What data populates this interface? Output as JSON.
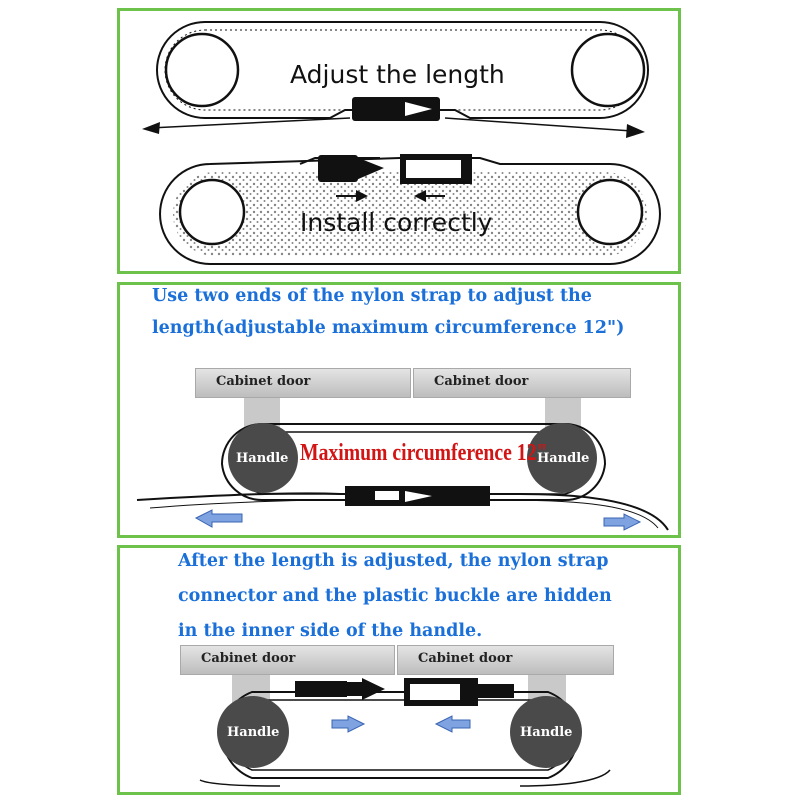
{
  "panel1": {
    "adjust_label": "Adjust the length",
    "install_label": "Install correctly"
  },
  "panel2": {
    "caption_line1": "Use two ends of the nylon strap to adjust the",
    "caption_line2": "length(adjustable maximum circumference 12\")",
    "door_left": "Cabinet door",
    "door_right": "Cabinet door",
    "handle_left": "Handle",
    "handle_right": "Handle",
    "max_circ": "Maximum circumference  12\""
  },
  "panel3": {
    "caption_line1": "After the length is adjusted, the nylon strap",
    "caption_line2": "connector and the plastic buckle are hidden",
    "caption_line3": "in the inner side of the handle.",
    "door_left": "Cabinet door",
    "door_right": "Cabinet door",
    "handle_left": "Handle",
    "handle_right": "Handle"
  },
  "colors": {
    "border": "#6cc24a",
    "caption_blue": "#1a6fd8",
    "max_red": "#d21414",
    "arrow_blue": "#4f7fd0"
  }
}
